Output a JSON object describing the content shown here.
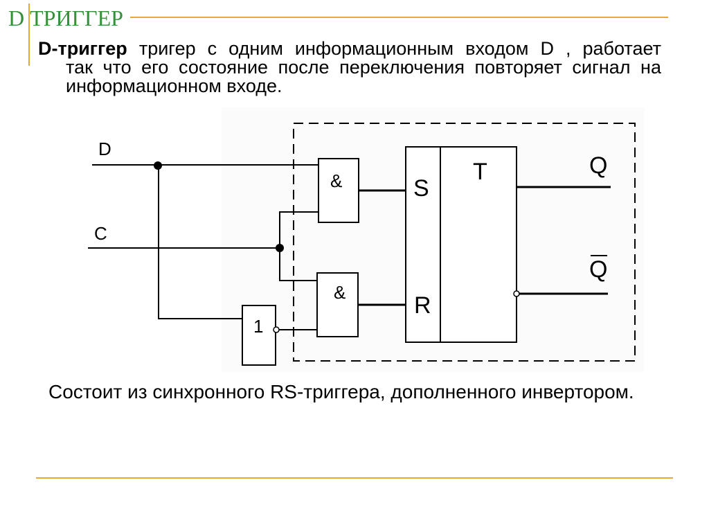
{
  "slide": {
    "title": "D ТРИГГЕР",
    "intro": {
      "term": "D-триггер",
      "lines": [
        "тригер с одним информационным входом D , работает",
        "так что его состояние после переключения повторяет сигнал на",
        "информационном входе."
      ]
    },
    "caption": "Состоит из синхронного RS-триггера, дополненного инвертором."
  },
  "diagram": {
    "inputs": {
      "d": "D",
      "c": "C"
    },
    "gates": {
      "and_top": "&",
      "and_bottom": "&",
      "inverter": "1"
    },
    "flip_flop": {
      "set": "S",
      "reset": "R",
      "type": "T"
    },
    "outputs": {
      "q": "Q",
      "q_inverted": "Q"
    }
  },
  "colors": {
    "title": "#34913a",
    "accent_line": "#e6a83a",
    "text": "#000000",
    "wire": "#000000"
  }
}
